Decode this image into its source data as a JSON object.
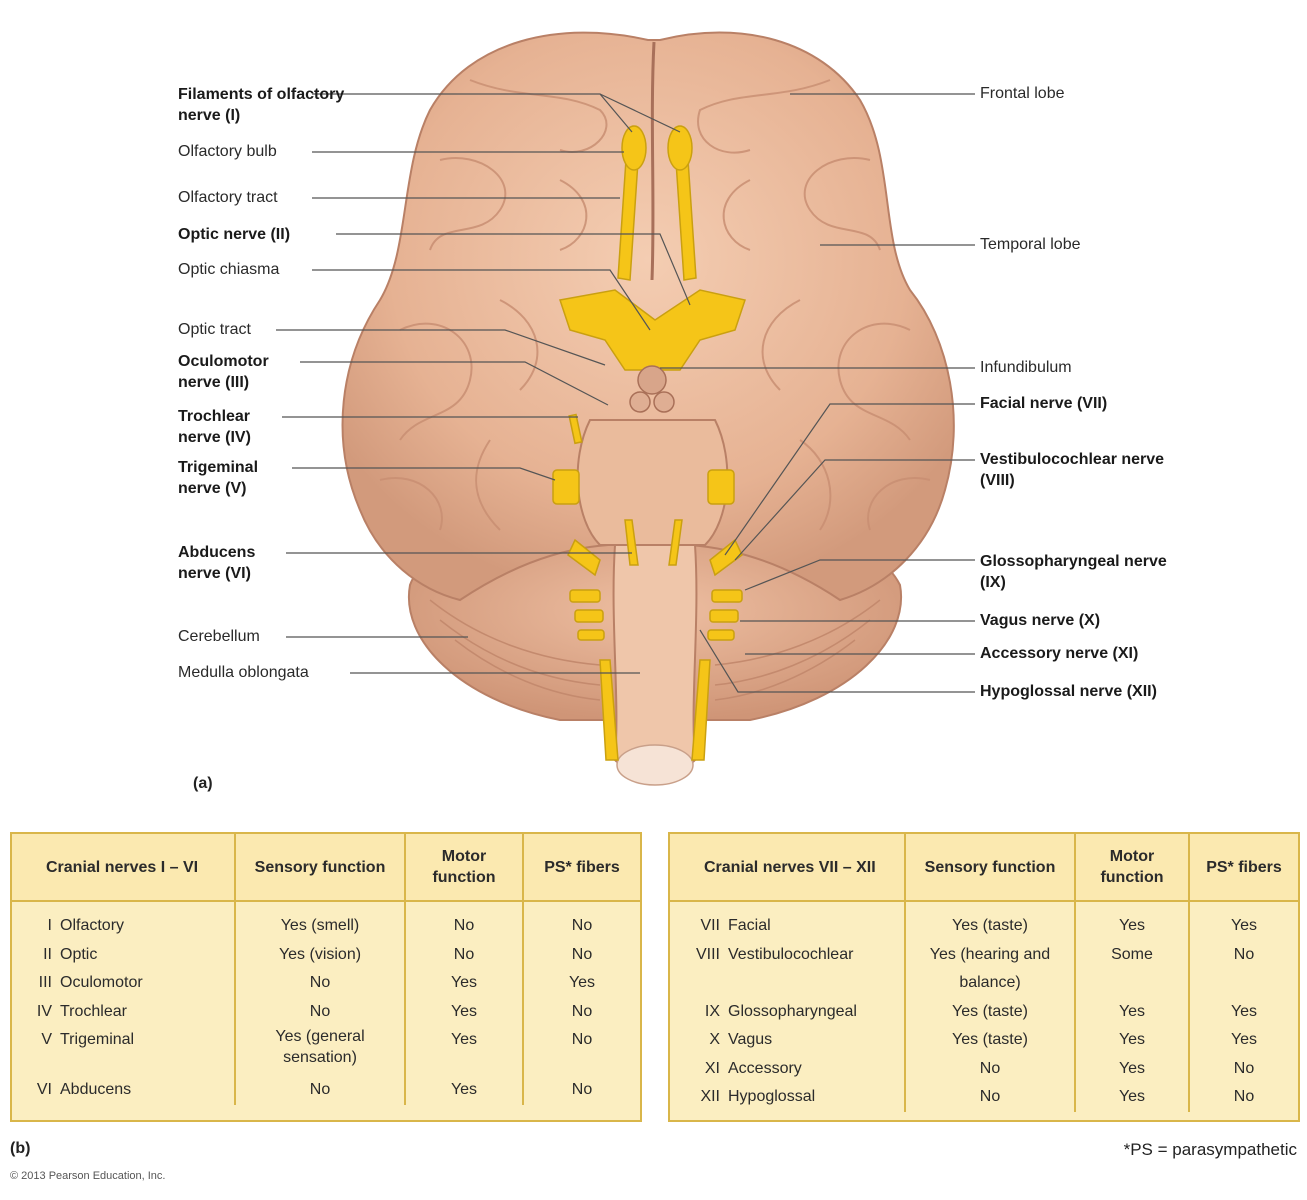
{
  "panel_a": {
    "letter": "(a)",
    "left_labels": [
      {
        "text": "Filaments of olfactory nerve (I)",
        "bold": true
      },
      {
        "text": "Olfactory bulb",
        "bold": false
      },
      {
        "text": "Olfactory tract",
        "bold": false
      },
      {
        "text": "Optic nerve (II)",
        "bold": true
      },
      {
        "text": "Optic chiasma",
        "bold": false
      },
      {
        "text": "Optic tract",
        "bold": false
      },
      {
        "text": "Oculomotor nerve (III)",
        "bold": true
      },
      {
        "text": "Trochlear nerve (IV)",
        "bold": true
      },
      {
        "text": "Trigeminal nerve (V)",
        "bold": true
      },
      {
        "text": "Abducens nerve (VI)",
        "bold": true
      },
      {
        "text": "Cerebellum",
        "bold": false
      },
      {
        "text": "Medulla oblongata",
        "bold": false
      }
    ],
    "right_labels": [
      {
        "text": "Frontal lobe",
        "bold": false
      },
      {
        "text": "Temporal lobe",
        "bold": false
      },
      {
        "text": "Infundibulum",
        "bold": false
      },
      {
        "text": "Facial nerve (VII)",
        "bold": true
      },
      {
        "text": "Vestibulocochlear nerve (VIII)",
        "bold": true
      },
      {
        "text": "Glossopharyngeal nerve (IX)",
        "bold": true
      },
      {
        "text": "Vagus nerve (X)",
        "bold": true
      },
      {
        "text": "Accessory nerve (XI)",
        "bold": true
      },
      {
        "text": "Hypoglossal nerve (XII)",
        "bold": true
      }
    ]
  },
  "panel_b": {
    "letter": "(b)",
    "tables": [
      {
        "headers": [
          "Cranial nerves I – VI",
          "Sensory function",
          "Motor function",
          "PS* fibers"
        ],
        "rows": [
          {
            "num": "I",
            "name": "Olfactory",
            "sensory": "Yes (smell)",
            "motor": "No",
            "ps": "No"
          },
          {
            "num": "II",
            "name": "Optic",
            "sensory": "Yes (vision)",
            "motor": "No",
            "ps": "No"
          },
          {
            "num": "III",
            "name": "Oculomotor",
            "sensory": "No",
            "motor": "Yes",
            "ps": "Yes"
          },
          {
            "num": "IV",
            "name": "Trochlear",
            "sensory": "No",
            "motor": "Yes",
            "ps": "No"
          },
          {
            "num": "V",
            "name": "Trigeminal",
            "sensory": "Yes (general sensation)",
            "motor": "Yes",
            "ps": "No"
          },
          {
            "num": "VI",
            "name": "Abducens",
            "sensory": "No",
            "motor": "Yes",
            "ps": "No"
          }
        ]
      },
      {
        "headers": [
          "Cranial nerves VII – XII",
          "Sensory function",
          "Motor function",
          "PS* fibers"
        ],
        "rows": [
          {
            "num": "VII",
            "name": "Facial",
            "sensory": "Yes (taste)",
            "motor": "Yes",
            "ps": "Yes"
          },
          {
            "num": "VIII",
            "name": "Vestibulocochlear",
            "sensory": "Yes (hearing and balance)",
            "motor": "Some",
            "ps": "No"
          },
          {
            "num": "IX",
            "name": "Glossopharyngeal",
            "sensory": "Yes (taste)",
            "motor": "Yes",
            "ps": "Yes"
          },
          {
            "num": "X",
            "name": "Vagus",
            "sensory": "Yes (taste)",
            "motor": "Yes",
            "ps": "Yes"
          },
          {
            "num": "XI",
            "name": "Accessory",
            "sensory": "No",
            "motor": "Yes",
            "ps": "No"
          },
          {
            "num": "XII",
            "name": "Hypoglossal",
            "sensory": "No",
            "motor": "Yes",
            "ps": "No"
          }
        ]
      }
    ],
    "footnote": "*PS = parasympathetic"
  },
  "copyright": "© 2013 Pearson Education, Inc.",
  "colors": {
    "brain": "#e9b99a",
    "brain_shadow": "#c98f73",
    "nerve": "#f5c518",
    "table_bg": "#fbeec1",
    "table_border": "#d9b64a"
  }
}
